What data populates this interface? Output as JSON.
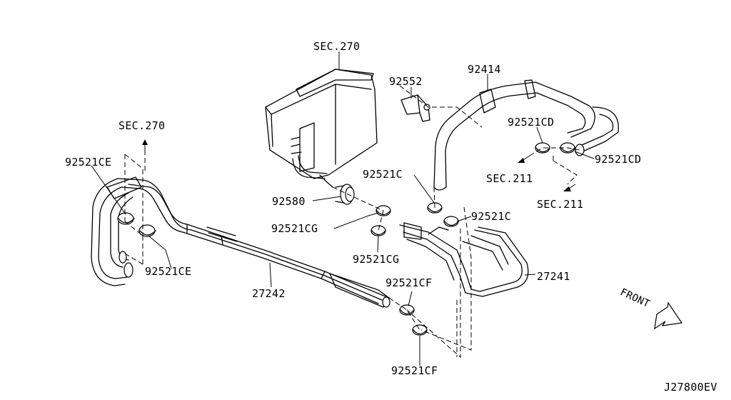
{
  "labels": {
    "sec270_top": "SEC.270",
    "sec270_left": "SEC.270",
    "p92552": "92552",
    "p92414": "92414",
    "p92521cd_a": "92521CD",
    "p92521cd_b": "92521CD",
    "sec211_a": "SEC.211",
    "sec211_b": "SEC.211",
    "p92521ce_a": "92521CE",
    "p92521ce_b": "92521CE",
    "p92521c_a": "92521C",
    "p92521c_b": "92521C",
    "p92580": "92580",
    "p92521cg_a": "92521CG",
    "p92521cg_b": "92521CG",
    "p27242": "27242",
    "p92521cf_a": "92521CF",
    "p92521cf_b": "92521CF",
    "p27241": "27241",
    "front": "FRONT",
    "drawing_code": "J27800EV"
  }
}
